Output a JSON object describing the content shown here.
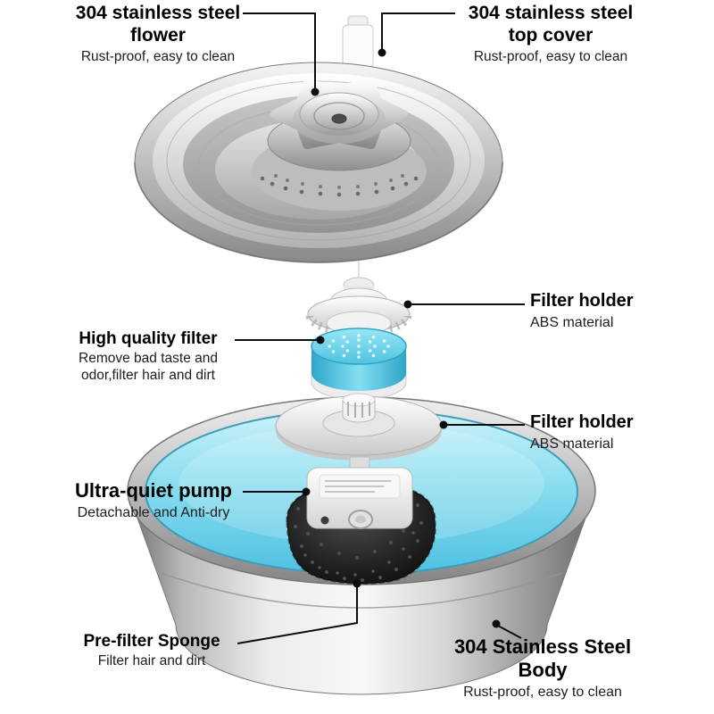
{
  "labels": {
    "flower": {
      "title": "304 stainless steel flower",
      "subtitle": "Rust-proof, easy to clean"
    },
    "top_cover": {
      "title": "304 stainless steel top cover",
      "subtitle": "Rust-proof, easy to clean"
    },
    "filter_holder_top": {
      "title": "Filter holder",
      "subtitle": "ABS material"
    },
    "filter": {
      "title": "High quality filter",
      "subtitle": "Remove bad taste and odor,filter hair and dirt"
    },
    "filter_holder_bottom": {
      "title": "Filter holder",
      "subtitle": "ABS material"
    },
    "pump": {
      "title": "Ultra-quiet pump",
      "subtitle": "Detachable and Anti-dry"
    },
    "sponge": {
      "title": "Pre-filter Sponge",
      "subtitle": "Filter hair and dirt"
    },
    "body": {
      "title": "304 Stainless Steel Body",
      "subtitle": "Rust-proof, easy to clean"
    }
  },
  "colors": {
    "background": "#ffffff",
    "steel": "#c9c9c9",
    "water_blue": "#6fd2e9",
    "filter_blue": "#49bfdf",
    "sponge_black": "#141414",
    "callout_line": "#0d0d0d"
  }
}
